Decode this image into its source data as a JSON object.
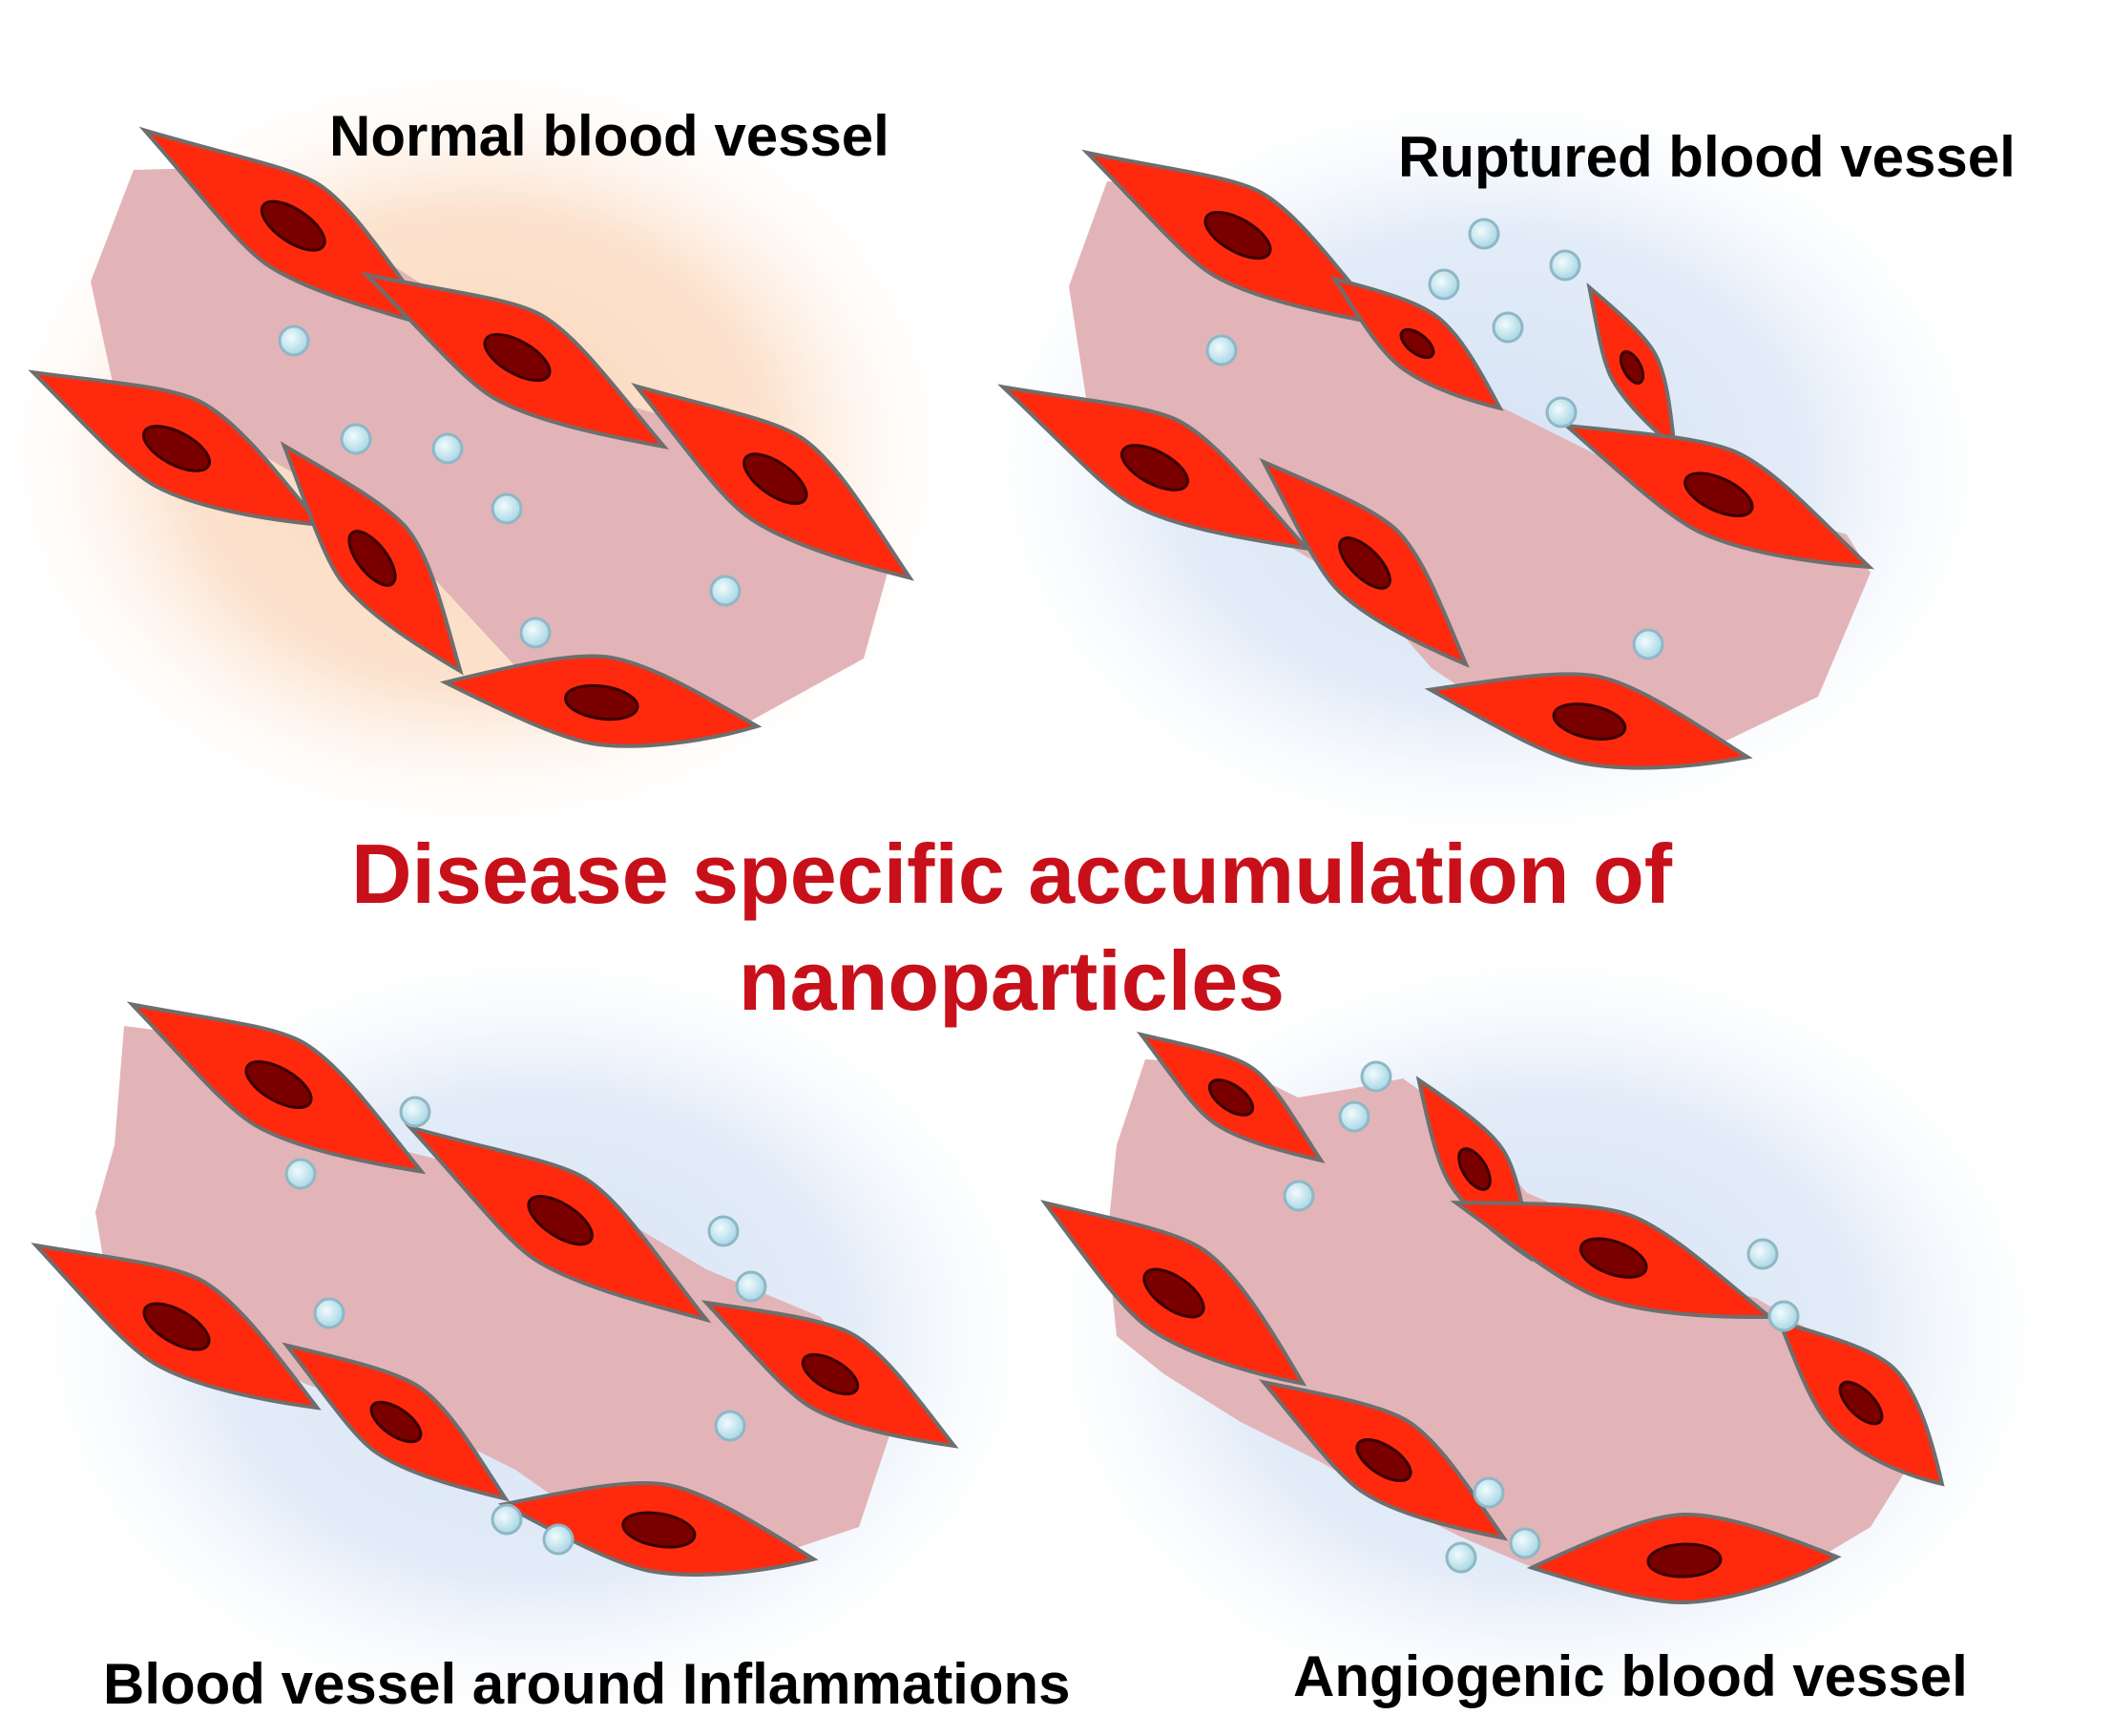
{
  "title": {
    "line1": "Disease specific accumulation of",
    "line2": "nanoparticles"
  },
  "panels": [
    {
      "id": "normal",
      "label": "Normal blood vessel"
    },
    {
      "id": "ruptured",
      "label": "Ruptured blood vessel"
    },
    {
      "id": "inflammation",
      "label": "Blood vessel around Inflammations"
    },
    {
      "id": "angiogenic",
      "label": "Angiogenic blood vessel"
    }
  ],
  "colors": {
    "title": "#c8101a",
    "vessel_lumen": "#e2b4b8",
    "endothelial_cell": "#ff2a0e",
    "nucleus": "#7a0000",
    "nanoparticle": "#bfe3ee",
    "glow_normal": "#fbe0c8",
    "glow_disease": "#dde8f6"
  }
}
